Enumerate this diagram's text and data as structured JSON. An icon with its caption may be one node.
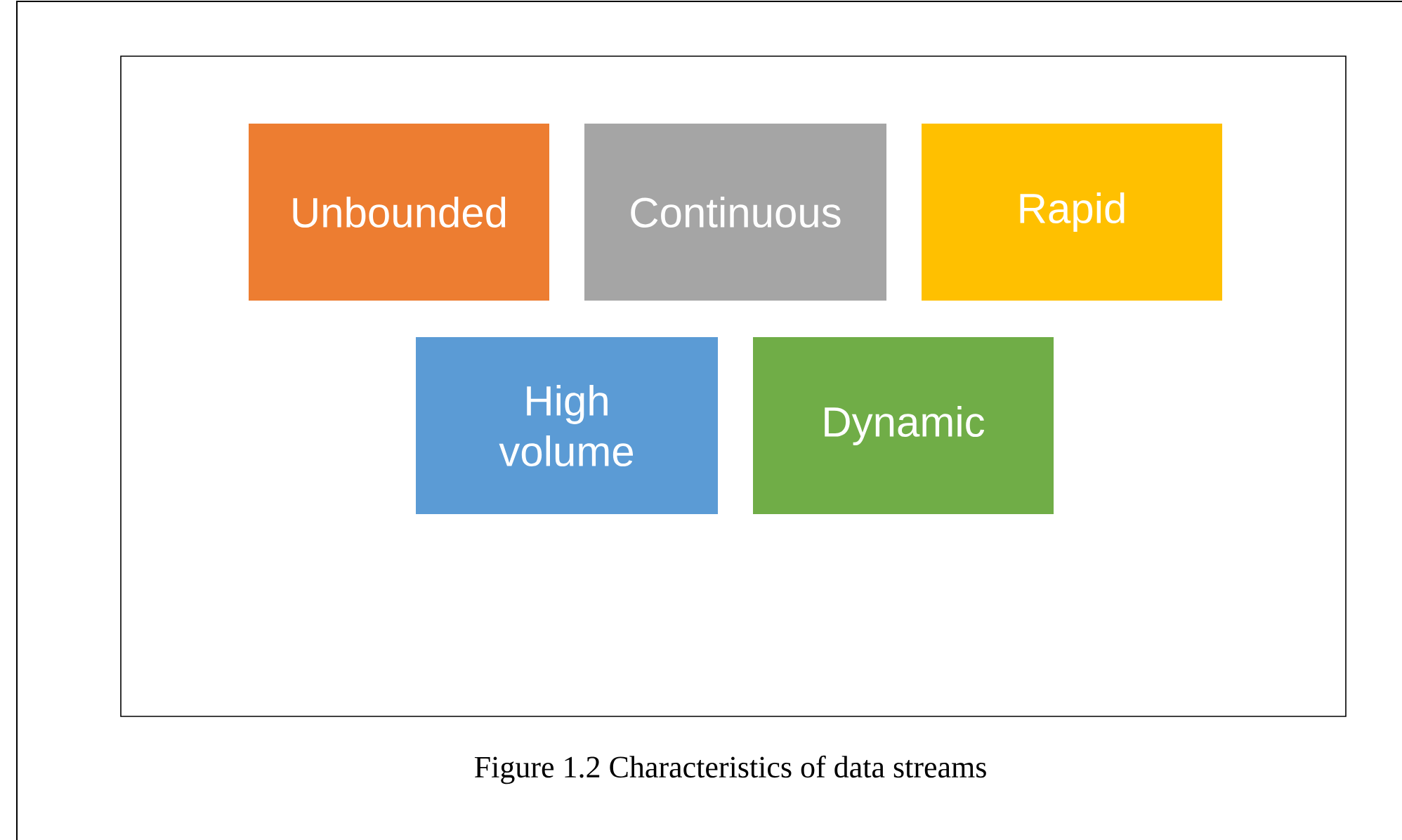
{
  "diagram": {
    "caption": "Figure 1.2 Characteristics of data streams",
    "nodes": [
      {
        "text": [
          "Unbounded"
        ]
      },
      {
        "text": [
          "Continuous"
        ]
      },
      {
        "text": [
          "Rapid"
        ]
      },
      {
        "text": [
          "High volume"
        ]
      },
      {
        "text": [
          "Dynamic"
        ]
      }
    ]
  }
}
